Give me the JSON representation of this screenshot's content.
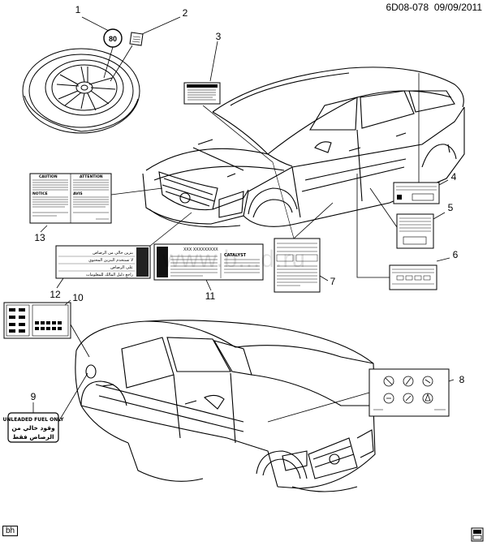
{
  "header": {
    "doc_id": "6D08-078",
    "date": "09/09/2011"
  },
  "watermark": "www.b...d.ru",
  "footer": {
    "tag": "bh"
  },
  "callouts": {
    "c1": "1",
    "c2": "2",
    "c3": "3",
    "c4": "4",
    "c5": "5",
    "c6": "6",
    "c7": "7",
    "c8": "8",
    "c9": "9",
    "c10": "10",
    "c11": "11",
    "c12": "12",
    "c13": "13"
  },
  "labels": {
    "speed_rating": "80",
    "caution_title": "CAUTION",
    "attention_title": "ATTENTION",
    "notice_title": "NOTICE",
    "avis_title": "AVIS",
    "catalyst_word": "CATALYST",
    "vin_mask": "XXX XXXXXXXXX",
    "fuel_en": "UNLEADED FUEL ONLY",
    "fuel_ar_1": "وقود خالي من",
    "fuel_ar_2": "الرصاص فقط",
    "arabic_line_1": "بنزين خالي من الرصاص",
    "arabic_line_2": "لا تستخدم البنزين المحتوي",
    "arabic_line_3": "على الرصاص",
    "arabic_line_4": "راجع دليل المالك للمعلومات"
  }
}
